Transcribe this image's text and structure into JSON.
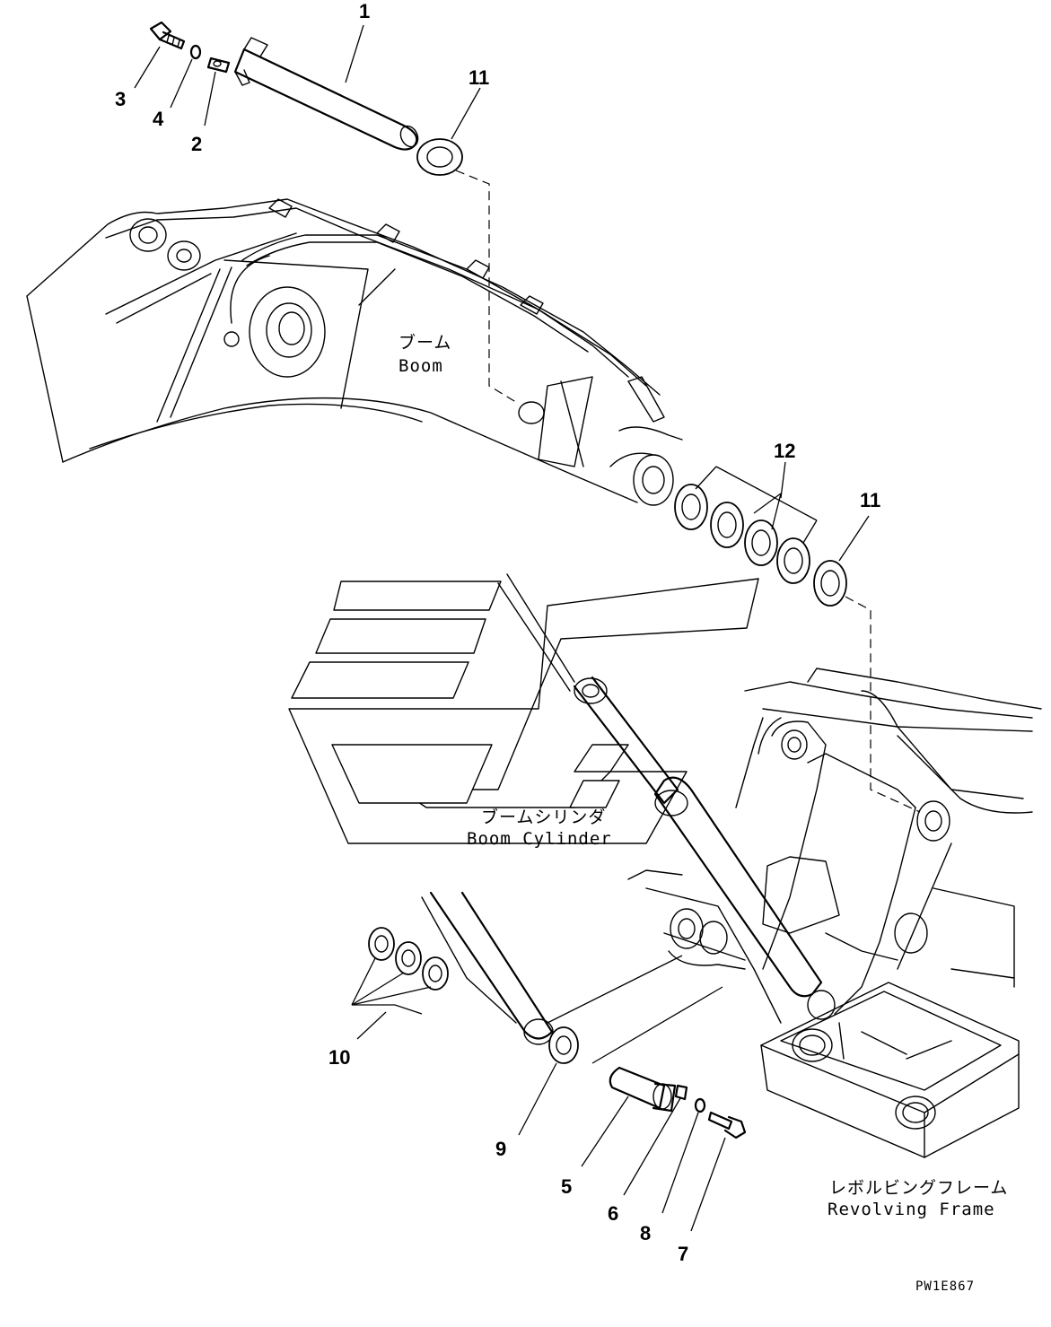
{
  "diagram": {
    "callouts": [
      {
        "id": "1",
        "text": "1"
      },
      {
        "id": "2",
        "text": "2"
      },
      {
        "id": "3",
        "text": "3"
      },
      {
        "id": "4",
        "text": "4"
      },
      {
        "id": "5",
        "text": "5"
      },
      {
        "id": "6",
        "text": "6"
      },
      {
        "id": "7",
        "text": "7"
      },
      {
        "id": "8",
        "text": "8"
      },
      {
        "id": "9",
        "text": "9"
      },
      {
        "id": "10",
        "text": "10"
      },
      {
        "id": "11a",
        "text": "11"
      },
      {
        "id": "11b",
        "text": "11"
      },
      {
        "id": "12",
        "text": "12"
      }
    ],
    "labels": {
      "boom_jp": "ブーム",
      "boom_en": "Boom",
      "cylinder_jp": "ブームシリンダ",
      "cylinder_en": "Boom Cylinder",
      "frame_jp": "レボルビングフレーム",
      "frame_en": "Revolving Frame"
    },
    "drawing_code": "PW1E867"
  }
}
